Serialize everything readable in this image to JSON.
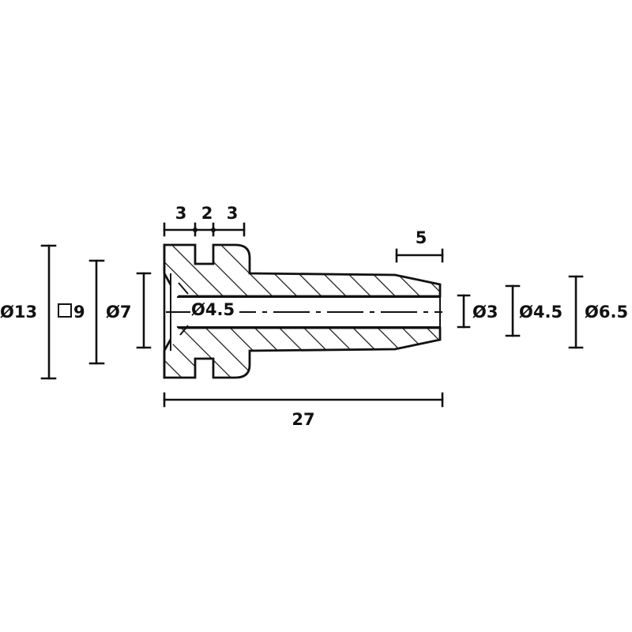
{
  "drawing": {
    "title": "",
    "top_dims": [
      "3",
      "2",
      "3"
    ],
    "tip_length": "5",
    "total_length": "27",
    "left_dims": {
      "outer_diameter": "Ø13",
      "square_size": "9",
      "groove_diameter": "Ø7"
    },
    "bore_diameter": "Ø4.5",
    "right_dims": {
      "tip_bore": "Ø3",
      "tip_outer": "Ø4.5",
      "shaft_outer": "Ø6.5"
    }
  }
}
